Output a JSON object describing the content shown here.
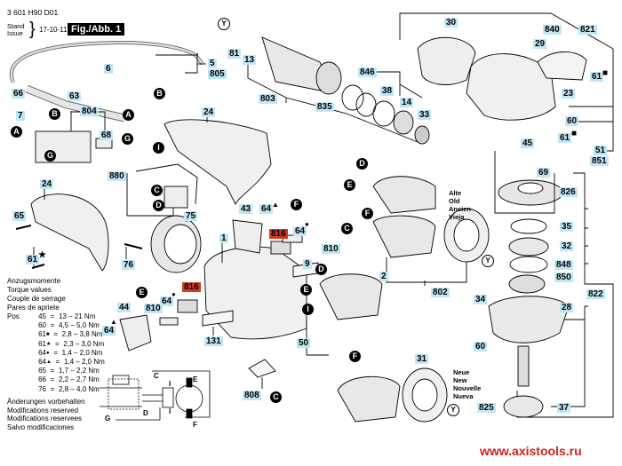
{
  "header": {
    "document_number": "3 601 H90 D01",
    "stand_label": "Stand",
    "issue_label": "Issue",
    "date": "17-10-11",
    "figure_label": "Fig./Abb. 1"
  },
  "part_labels": {
    "p6": "6",
    "p5": "5",
    "p805": "805",
    "p66": "66",
    "p63": "63",
    "p7": "7",
    "p804": "804",
    "p68": "68",
    "p24a": "24",
    "p880": "880",
    "p24b": "24",
    "p65": "65",
    "p61star": "61",
    "p75": "75",
    "p76": "76",
    "p81": "81",
    "p13": "13",
    "p803": "803",
    "p835": "835",
    "p846": "846",
    "p38": "38",
    "p14": "14",
    "p33": "33",
    "p30": "30",
    "p840": "840",
    "p29": "29",
    "p821": "821",
    "p61a": "61",
    "p23": "23",
    "p60a": "60",
    "p61b": "61",
    "p45": "45",
    "p51": "51",
    "p851": "851",
    "p69": "69",
    "p826": "826",
    "p35": "35",
    "p32": "32",
    "p848": "848",
    "p850": "850",
    "p822": "822",
    "p34": "34",
    "p28": "28",
    "p60b": "60",
    "p825": "825",
    "p37": "37",
    "p43": "43",
    "p64a": "64",
    "p816a": "816",
    "p64b": "64",
    "p810a": "810",
    "p1": "1",
    "p9": "9",
    "p2": "2",
    "p802": "802",
    "p44": "44",
    "p64c": "64",
    "p810b": "810",
    "p64d": "64",
    "p816b": "816",
    "p131": "131",
    "p808": "808",
    "p50": "50",
    "p31": "31"
  },
  "symbols": {
    "square": "■",
    "star": "★",
    "dot": "●",
    "triangle": "▲"
  },
  "connector_markers": {
    "A": "A",
    "B": "B",
    "C": "C",
    "D": "D",
    "E": "E",
    "F": "F",
    "G": "G",
    "I": "I",
    "Y": "Y"
  },
  "old_label": [
    "Alte",
    "Old",
    "Ancien",
    "Vieja"
  ],
  "new_label": [
    "Neue",
    "New",
    "Nouvelle",
    "Nueva"
  ],
  "torque": {
    "titles": [
      "Anzugsmomente",
      "Torque values",
      "Couple de serrage",
      "Pares de apriete"
    ],
    "pos_label": "Pos",
    "rows": [
      {
        "pos": "45",
        "sym": "",
        "value": "13  – 21 Nm"
      },
      {
        "pos": "60",
        "sym": "",
        "value": "4,5 – 5,0 Nm"
      },
      {
        "pos": "61",
        "sym": "■",
        "value": "2,8 – 3,8 Nm"
      },
      {
        "pos": "61",
        "sym": "★",
        "value": "2,3 – 3,0 Nm"
      },
      {
        "pos": "64",
        "sym": "●",
        "value": "1,4 – 2,0 Nm"
      },
      {
        "pos": "64",
        "sym": "▲",
        "value": "1,4 – 2,0 Nm"
      },
      {
        "pos": "65",
        "sym": "",
        "value": "1,7 – 2,2 Nm"
      },
      {
        "pos": "66",
        "sym": "",
        "value": "2,2 – 2,7 Nm"
      },
      {
        "pos": "76",
        "sym": "",
        "value": "2,8 – 4,0 Nm"
      }
    ]
  },
  "modifications": [
    "Änderungen vorbehalten",
    "Modifications reserved",
    "Modifications reservees",
    "Salvo modificaciones"
  ],
  "wiring": {
    "C": "C",
    "D": "D",
    "E": "E",
    "F": "F",
    "G": "G",
    "I1": "I",
    "I2": "I"
  },
  "footer": {
    "url": "www.axistools.ru"
  },
  "colors": {
    "label_bg": "#bfe6f5",
    "highlight_bg": "#d23a1f",
    "url_color": "#d0201a"
  }
}
